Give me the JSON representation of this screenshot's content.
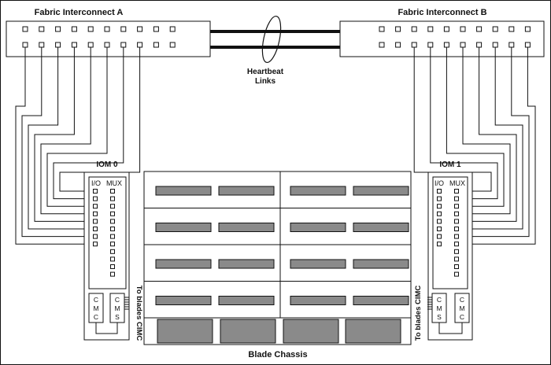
{
  "fabric_a": {
    "title": "Fabric Interconnect A"
  },
  "fabric_b": {
    "title": "Fabric Interconnect B"
  },
  "heartbeat": {
    "line1": "Heartbeat",
    "line2": "Links"
  },
  "iom0": {
    "title": "IOM 0",
    "io_label": "I/O",
    "mux_label": "MUX"
  },
  "iom1": {
    "title": "IOM 1",
    "io_label": "I/O",
    "mux_label": "MUX"
  },
  "cmc_label": [
    "C",
    "M",
    "C"
  ],
  "cms_label": [
    "C",
    "M",
    "S"
  ],
  "to_blades": "To blades CIMC",
  "chassis": {
    "title": "Blade Chassis"
  },
  "colors": {
    "line": "#111111",
    "slot_fill": "#8a8a8a",
    "page_bg": "#ffffff"
  }
}
